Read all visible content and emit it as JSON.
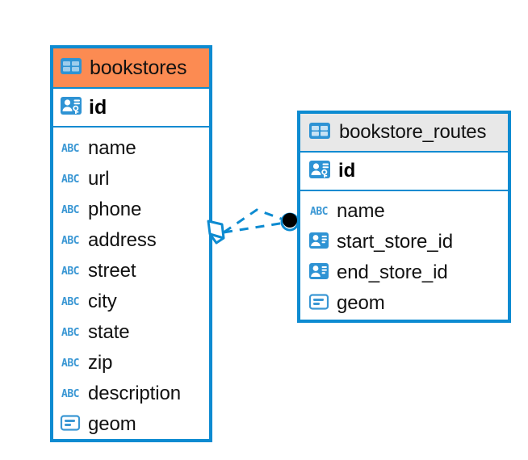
{
  "diagram": {
    "type": "entity-relationship-diagram",
    "colors": {
      "border": "#0d8bd1",
      "selected_header": "#fc8b52",
      "default_header": "#e8e8e8",
      "icon_blue": "#2e93d4",
      "connector": "#0d8bd1",
      "endpoint_dot": "#000000",
      "background": "#ffffff"
    },
    "entities": [
      {
        "name": "bookstores",
        "header_icon": "table-icon",
        "selected": true,
        "primary_key": {
          "name": "id",
          "icon": "primary-key-icon"
        },
        "fields": [
          {
            "name": "name",
            "icon": "text-type-icon",
            "type_label": "ABC"
          },
          {
            "name": "url",
            "icon": "text-type-icon",
            "type_label": "ABC"
          },
          {
            "name": "phone",
            "icon": "text-type-icon",
            "type_label": "ABC"
          },
          {
            "name": "address",
            "icon": "text-type-icon",
            "type_label": "ABC"
          },
          {
            "name": "street",
            "icon": "text-type-icon",
            "type_label": "ABC"
          },
          {
            "name": "city",
            "icon": "text-type-icon",
            "type_label": "ABC"
          },
          {
            "name": "state",
            "icon": "text-type-icon",
            "type_label": "ABC"
          },
          {
            "name": "zip",
            "icon": "text-type-icon",
            "type_label": "ABC"
          },
          {
            "name": "description",
            "icon": "text-type-icon",
            "type_label": "ABC"
          },
          {
            "name": "geom",
            "icon": "geometry-type-icon",
            "type_label": ""
          }
        ]
      },
      {
        "name": "bookstore_routes",
        "header_icon": "table-icon",
        "selected": false,
        "primary_key": {
          "name": "id",
          "icon": "primary-key-icon"
        },
        "fields": [
          {
            "name": "name",
            "icon": "text-type-icon",
            "type_label": "ABC"
          },
          {
            "name": "start_store_id",
            "icon": "foreign-key-icon",
            "type_label": ""
          },
          {
            "name": "end_store_id",
            "icon": "foreign-key-icon",
            "type_label": ""
          },
          {
            "name": "geom",
            "icon": "geometry-type-icon",
            "type_label": ""
          }
        ]
      }
    ],
    "relationship": {
      "from": "bookstores",
      "to": "bookstore_routes",
      "style": "dashed",
      "source_marker": "one-diamond-marker",
      "target_marker": "many-dot-marker"
    }
  }
}
